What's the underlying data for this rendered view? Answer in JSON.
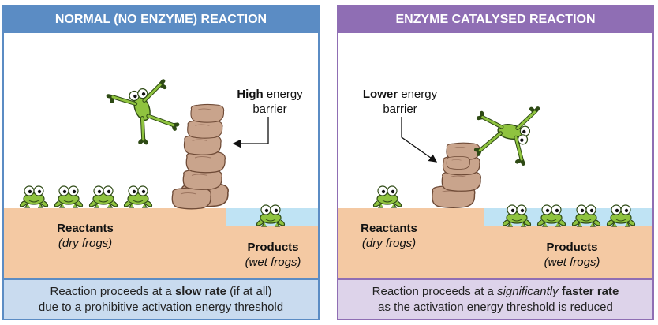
{
  "left": {
    "title": "NORMAL (NO ENZYME) REACTION",
    "barrier_bold": "High",
    "barrier_rest": " energy",
    "barrier_line2": "barrier",
    "reactants": "Reactants",
    "reactants_sub": "(dry frogs)",
    "products": "Products",
    "products_sub": "(wet frogs)",
    "caption_pre": "Reaction proceeds at a ",
    "caption_bold": "slow rate",
    "caption_post": " (if at all)",
    "caption_line2": "due to a prohibitive activation energy threshold"
  },
  "right": {
    "title": "ENZYME CATALYSED REACTION",
    "barrier_bold": "Lower",
    "barrier_rest": " energy",
    "barrier_line2": "barrier",
    "reactants": "Reactants",
    "reactants_sub": "(dry frogs)",
    "products": "Products",
    "products_sub": "(wet frogs)",
    "caption_pre": "Reaction proceeds at a ",
    "caption_italic": "significantly",
    "caption_bold": " faster rate",
    "caption_line2": "as the activation energy threshold is reduced"
  },
  "colors": {
    "left_accent": "#5b8cc4",
    "right_accent": "#8f6eb4",
    "ground": "#f4c9a3",
    "water": "#bfe3f4",
    "rock": "#c9a48c",
    "frog": "#8fc33f"
  },
  "icons": [
    "frog-icon",
    "jumping-frog-icon",
    "rock-pile-icon",
    "arrow-icon"
  ]
}
